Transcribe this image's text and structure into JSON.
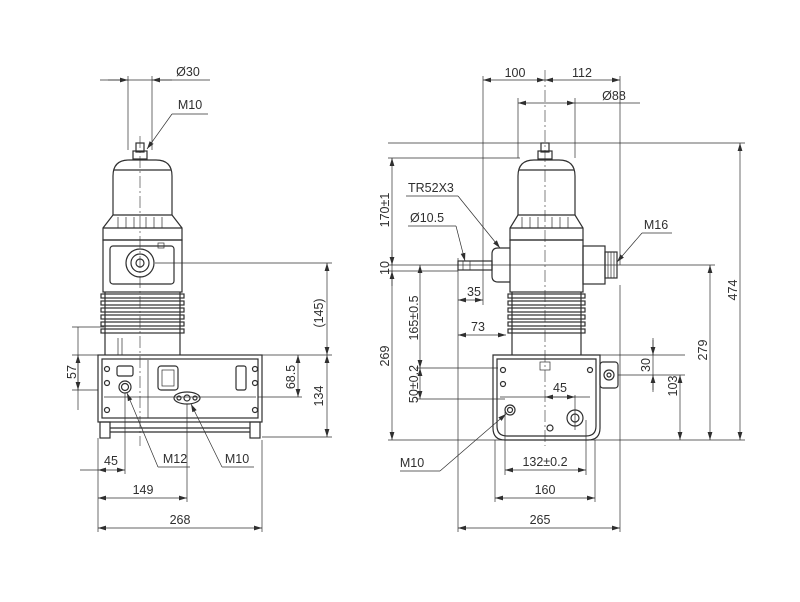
{
  "colors": {
    "ink": "#2f2f2f",
    "background": "#ffffff"
  },
  "left_view": {
    "stud_diameter": "Ø30",
    "stud_thread": "M10",
    "terminal_height": "(145)",
    "dim_57": "57",
    "dim_68_5": "68.5",
    "base_height": "134",
    "hole_offset": "45",
    "hole_thread_m12": "M12",
    "hole_thread_m10": "M10",
    "dim_149": "149",
    "overall_width": "268"
  },
  "right_view": {
    "dim_100": "100",
    "dim_112": "112",
    "cap_diameter": "Ø88",
    "thread_tr": "TR52X3",
    "dim_170": "170±1",
    "hole_diameter": "Ø10.5",
    "thread_m16": "M16",
    "dim_10": "10",
    "dim_35": "35",
    "dim_165": "165±0.5",
    "dim_73": "73",
    "dim_269": "269",
    "overall_height": "474",
    "dim_279": "279",
    "dim_30": "30",
    "dim_103": "103",
    "dim_50": "50±0.2",
    "dim_45": "45",
    "hole_thread_m10": "M10",
    "hole_spacing": "132±0.2",
    "base_width": "160",
    "overall_width": "265"
  }
}
